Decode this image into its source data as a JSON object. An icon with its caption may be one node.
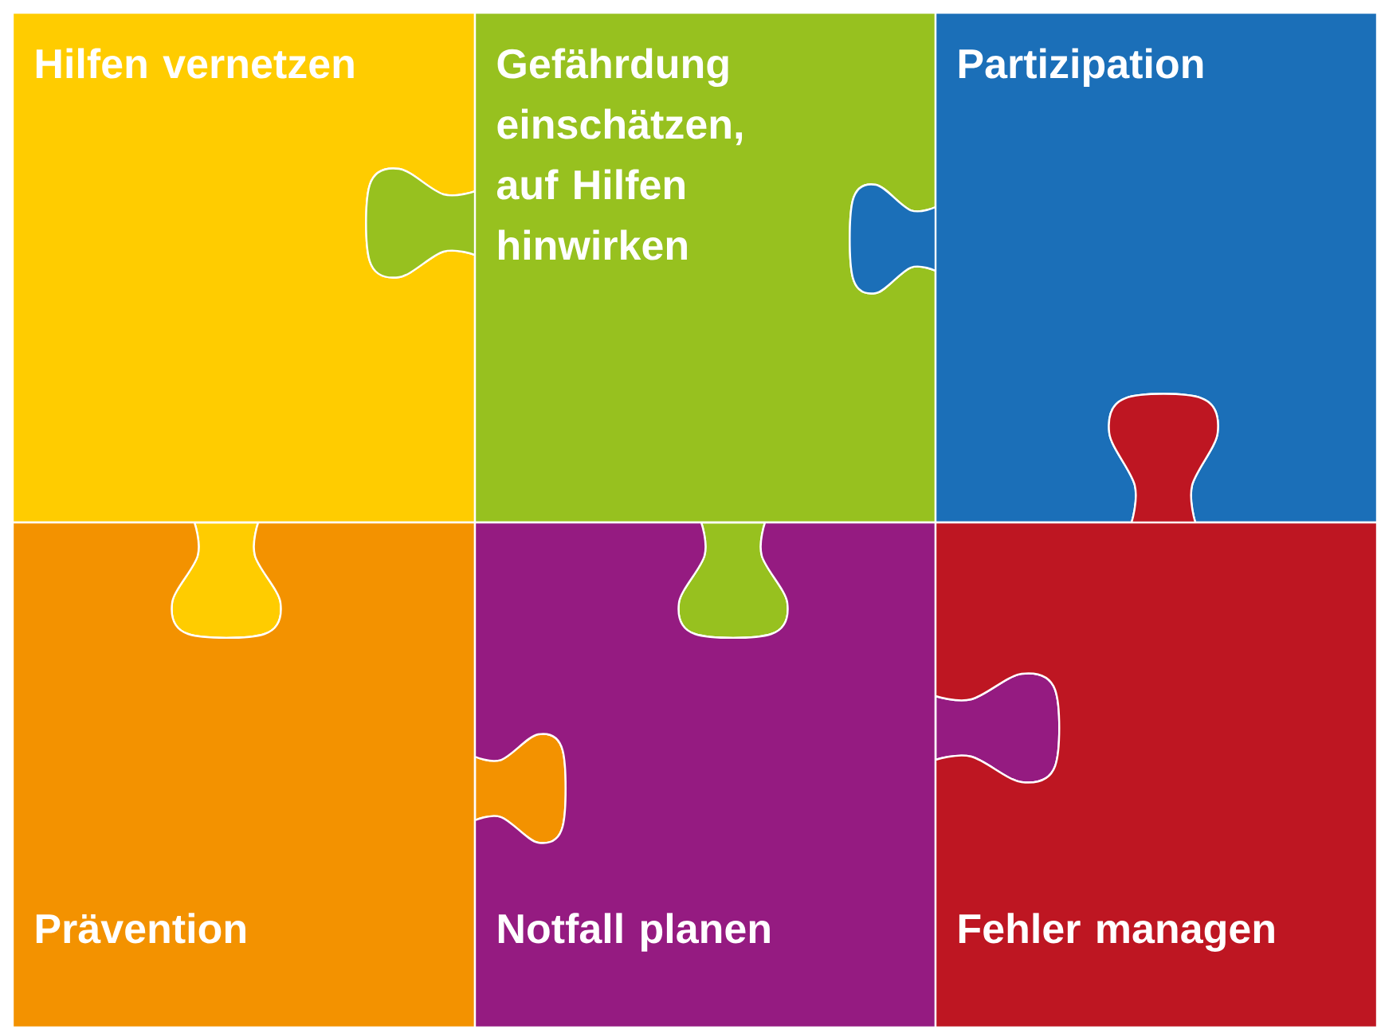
{
  "diagram": {
    "nodes": [
      {
        "text": [
          "Hilfen vernetzen"
        ]
      },
      {
        "text": [
          "Gefährdung einschätzen, auf Hilfen hinwirken"
        ]
      },
      {
        "text": [
          "Partizipation"
        ]
      },
      {
        "text": [
          "Prävention"
        ]
      },
      {
        "text": [
          "Notfall planen"
        ]
      },
      {
        "text": [
          "Fehler managen"
        ]
      }
    ]
  }
}
